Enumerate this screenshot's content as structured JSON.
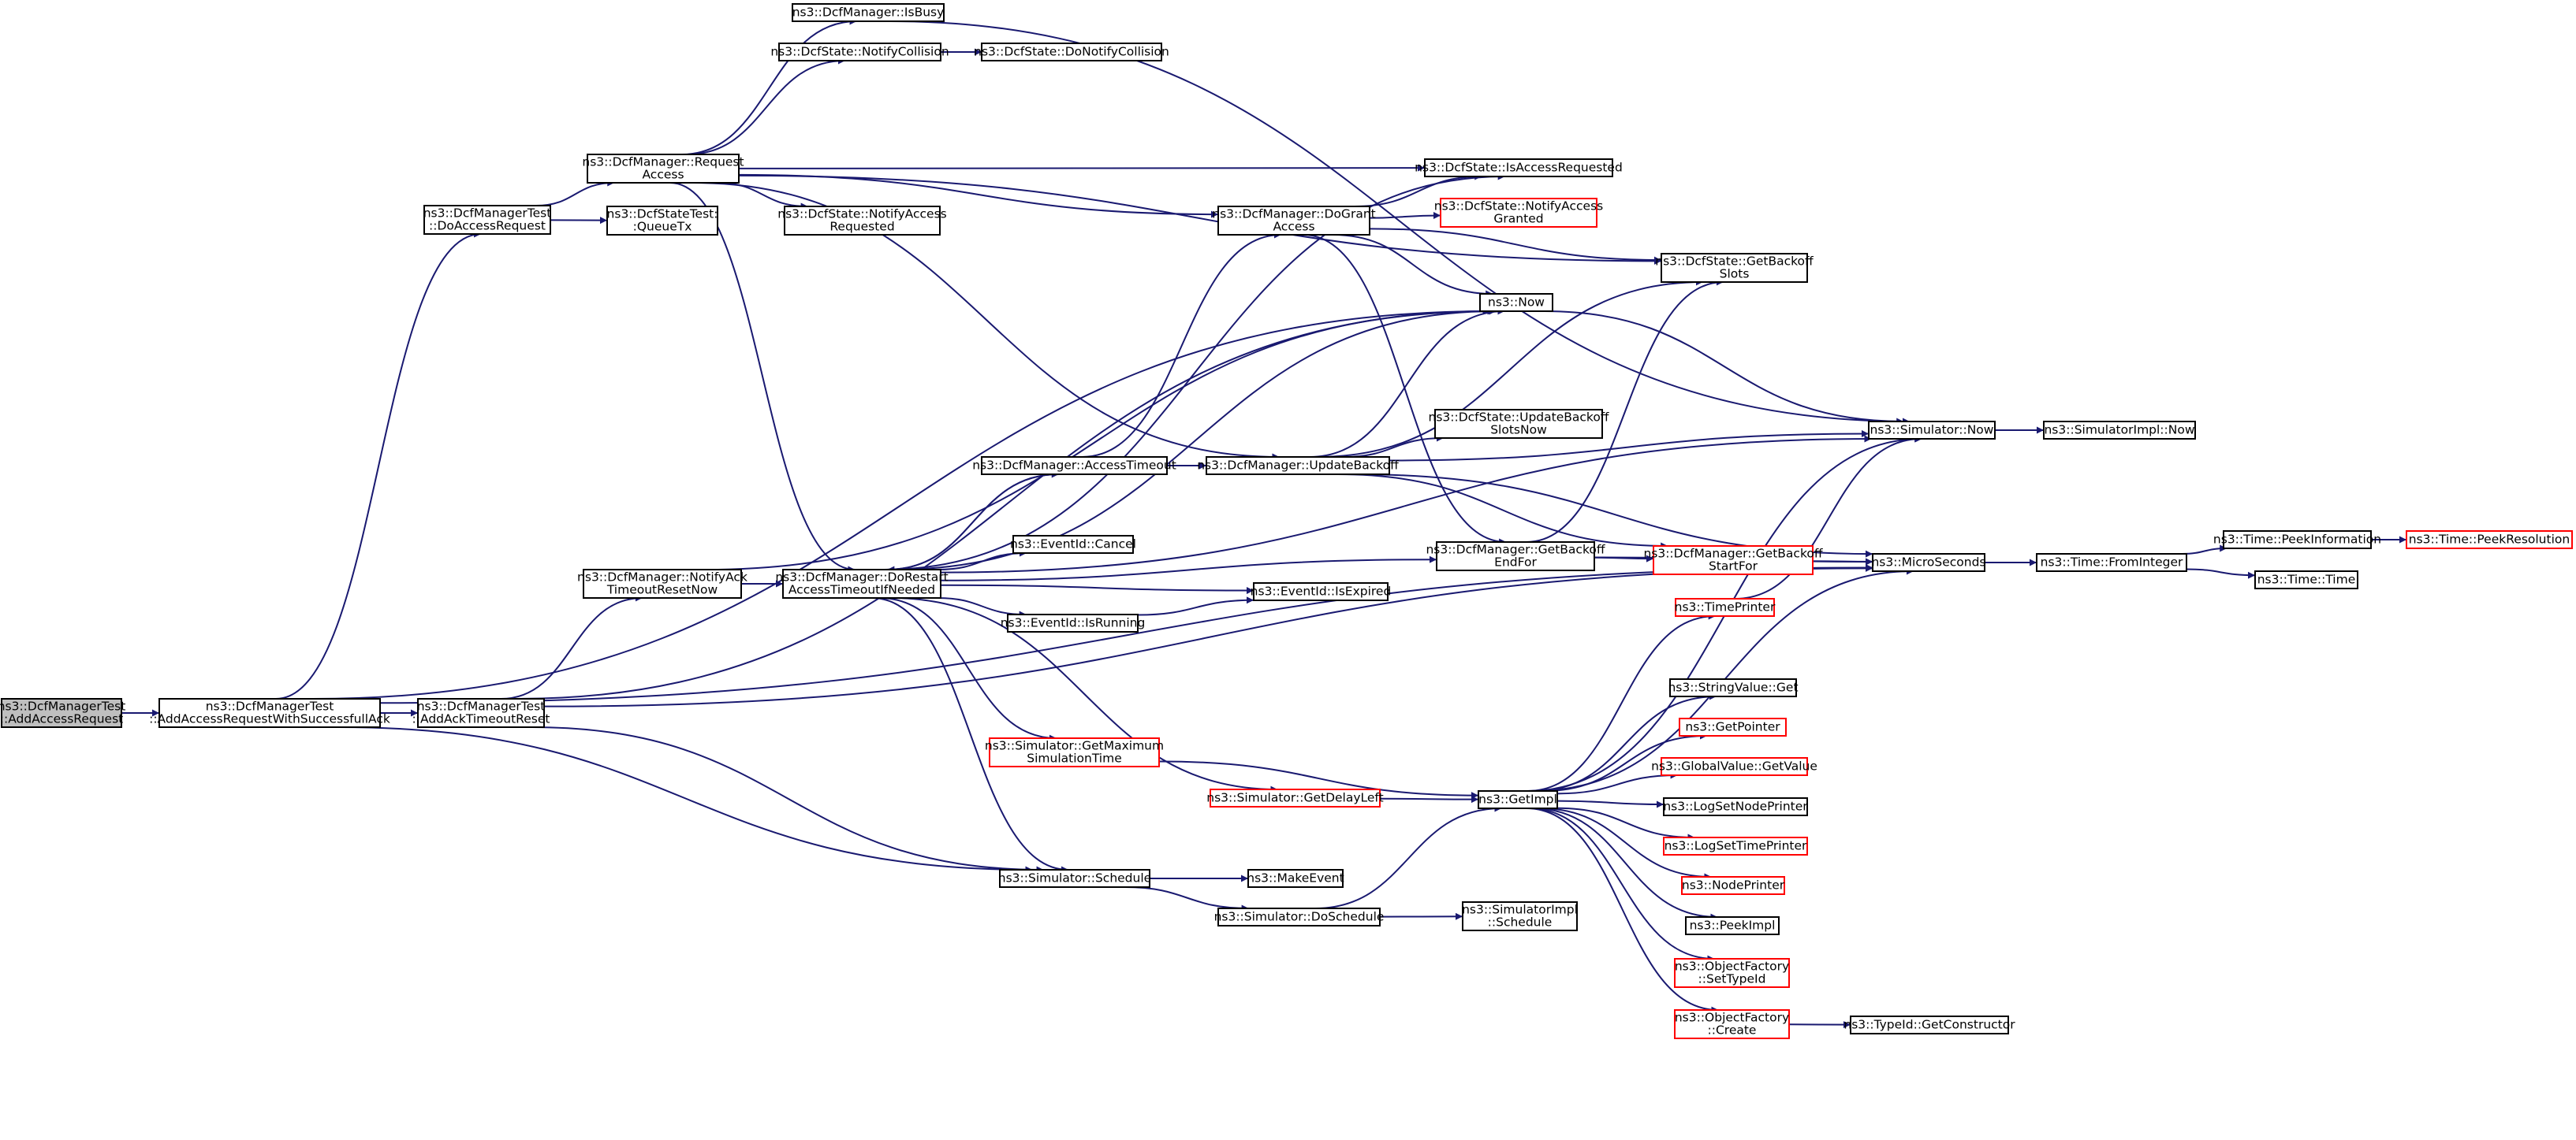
{
  "colors": {
    "edge": "#191970",
    "root_fill": "#bfbfbf",
    "root_stroke": "#000000",
    "node_fill": "#ffffff",
    "node_stroke": "#000000",
    "truncated_stroke": "#ff0000"
  },
  "nodes": [
    {
      "id": "root",
      "lines": [
        "ns3::DcfManagerTest",
        "::AddAccessRequest"
      ],
      "style": "root"
    },
    {
      "id": "addAccReqSucc",
      "lines": [
        "ns3::DcfManagerTest",
        "::AddAccessRequestWithSuccessfullAck"
      ],
      "style": "normal"
    },
    {
      "id": "addAckTimeoutReset",
      "lines": [
        "ns3::DcfManagerTest",
        "::AddAckTimeoutReset"
      ],
      "style": "normal"
    },
    {
      "id": "doAccessRequest",
      "lines": [
        "ns3::DcfManagerTest",
        "::DoAccessRequest"
      ],
      "style": "normal"
    },
    {
      "id": "requestAccess",
      "lines": [
        "ns3::DcfManager::Request",
        "Access"
      ],
      "style": "normal"
    },
    {
      "id": "queueTx",
      "lines": [
        "ns3::DcfStateTest:",
        ":QueueTx"
      ],
      "style": "normal"
    },
    {
      "id": "isBusy",
      "lines": [
        "ns3::DcfManager::IsBusy"
      ],
      "style": "normal"
    },
    {
      "id": "notifyCollision",
      "lines": [
        "ns3::DcfState::NotifyCollision"
      ],
      "style": "normal"
    },
    {
      "id": "doNotifyCollision",
      "lines": [
        "ns3::DcfState::DoNotifyCollision"
      ],
      "style": "normal"
    },
    {
      "id": "notifyAccessRequested",
      "lines": [
        "ns3::DcfState::NotifyAccess",
        "Requested"
      ],
      "style": "normal"
    },
    {
      "id": "doGrantAccess",
      "lines": [
        "ns3::DcfManager::DoGrant",
        "Access"
      ],
      "style": "normal"
    },
    {
      "id": "isAccessRequested",
      "lines": [
        "ns3::DcfState::IsAccessRequested"
      ],
      "style": "normal"
    },
    {
      "id": "notifyAccessGranted",
      "lines": [
        "ns3::DcfState::NotifyAccess",
        "Granted"
      ],
      "style": "truncated"
    },
    {
      "id": "getBackoffSlots",
      "lines": [
        "ns3::DcfState::GetBackoff",
        "Slots"
      ],
      "style": "normal"
    },
    {
      "id": "ns3Now",
      "lines": [
        "ns3::Now"
      ],
      "style": "normal"
    },
    {
      "id": "updateBackoffSlotsNow",
      "lines": [
        "ns3::DcfState::UpdateBackoff",
        "SlotsNow"
      ],
      "style": "normal"
    },
    {
      "id": "simulatorNow",
      "lines": [
        "ns3::Simulator::Now"
      ],
      "style": "normal"
    },
    {
      "id": "simImplNow",
      "lines": [
        "ns3::SimulatorImpl::Now"
      ],
      "style": "normal"
    },
    {
      "id": "accessTimeout",
      "lines": [
        "ns3::DcfManager::AccessTimeout"
      ],
      "style": "normal"
    },
    {
      "id": "updateBackoff",
      "lines": [
        "ns3::DcfManager::UpdateBackoff"
      ],
      "style": "normal"
    },
    {
      "id": "notifyAckTimeoutResetNow",
      "lines": [
        "ns3::DcfManager::NotifyAck",
        "TimeoutResetNow"
      ],
      "style": "normal"
    },
    {
      "id": "doRestartAccessTimeout",
      "lines": [
        "ns3::DcfManager::DoRestart",
        "AccessTimeoutIfNeeded"
      ],
      "style": "normal"
    },
    {
      "id": "eventIdCancel",
      "lines": [
        "ns3::EventId::Cancel"
      ],
      "style": "normal"
    },
    {
      "id": "eventIdIsExpired",
      "lines": [
        "ns3::EventId::IsExpired"
      ],
      "style": "normal"
    },
    {
      "id": "eventIdIsRunning",
      "lines": [
        "ns3::EventId::IsRunning"
      ],
      "style": "normal"
    },
    {
      "id": "getBackoffEndFor",
      "lines": [
        "ns3::DcfManager::GetBackoff",
        "EndFor"
      ],
      "style": "normal"
    },
    {
      "id": "getBackoffStartFor",
      "lines": [
        "ns3::DcfManager::GetBackoff",
        "StartFor"
      ],
      "style": "truncated"
    },
    {
      "id": "microSeconds",
      "lines": [
        "ns3::MicroSeconds"
      ],
      "style": "normal"
    },
    {
      "id": "fromInteger",
      "lines": [
        "ns3::Time::FromInteger"
      ],
      "style": "normal"
    },
    {
      "id": "peekInformation",
      "lines": [
        "ns3::Time::PeekInformation"
      ],
      "style": "normal"
    },
    {
      "id": "peekResolution",
      "lines": [
        "ns3::Time::PeekResolution"
      ],
      "style": "truncated"
    },
    {
      "id": "timeTime",
      "lines": [
        "ns3::Time::Time"
      ],
      "style": "normal"
    },
    {
      "id": "timePrinter",
      "lines": [
        "ns3::TimePrinter"
      ],
      "style": "truncated"
    },
    {
      "id": "stringValueGet",
      "lines": [
        "ns3::StringValue::Get"
      ],
      "style": "normal"
    },
    {
      "id": "getPointer",
      "lines": [
        "ns3::GetPointer"
      ],
      "style": "truncated"
    },
    {
      "id": "globalValueGetValue",
      "lines": [
        "ns3::GlobalValue::GetValue"
      ],
      "style": "truncated"
    },
    {
      "id": "logSetNodePrinter",
      "lines": [
        "ns3::LogSetNodePrinter"
      ],
      "style": "normal"
    },
    {
      "id": "logSetTimePrinter",
      "lines": [
        "ns3::LogSetTimePrinter"
      ],
      "style": "truncated"
    },
    {
      "id": "nodePrinter",
      "lines": [
        "ns3::NodePrinter"
      ],
      "style": "truncated"
    },
    {
      "id": "peekImpl",
      "lines": [
        "ns3::PeekImpl"
      ],
      "style": "normal"
    },
    {
      "id": "objectFactorySetTypeId",
      "lines": [
        "ns3::ObjectFactory",
        "::SetTypeId"
      ],
      "style": "truncated"
    },
    {
      "id": "objectFactoryCreate",
      "lines": [
        "ns3::ObjectFactory",
        "::Create"
      ],
      "style": "truncated"
    },
    {
      "id": "typeIdGetConstructor",
      "lines": [
        "ns3::TypeId::GetConstructor"
      ],
      "style": "normal"
    },
    {
      "id": "getMaxSimTime",
      "lines": [
        "ns3::Simulator::GetMaximum",
        "SimulationTime"
      ],
      "style": "truncated"
    },
    {
      "id": "getDelayLeft",
      "lines": [
        "ns3::Simulator::GetDelayLeft"
      ],
      "style": "truncated"
    },
    {
      "id": "getImpl",
      "lines": [
        "ns3::GetImpl"
      ],
      "style": "normal"
    },
    {
      "id": "simSchedule",
      "lines": [
        "ns3::Simulator::Schedule"
      ],
      "style": "normal"
    },
    {
      "id": "makeEvent",
      "lines": [
        "ns3::MakeEvent"
      ],
      "style": "normal"
    },
    {
      "id": "simDoSchedule",
      "lines": [
        "ns3::Simulator::DoSchedule"
      ],
      "style": "normal"
    },
    {
      "id": "simImplSchedule",
      "lines": [
        "ns3::SimulatorImpl",
        "::Schedule"
      ],
      "style": "normal"
    }
  ],
  "edges": [
    [
      "root",
      "addAccReqSucc"
    ],
    [
      "addAccReqSucc",
      "addAckTimeoutReset"
    ],
    [
      "addAccReqSucc",
      "doAccessRequest"
    ],
    [
      "addAccReqSucc",
      "ns3Now"
    ],
    [
      "addAccReqSucc",
      "simSchedule"
    ],
    [
      "addAccReqSucc",
      "microSeconds"
    ],
    [
      "doAccessRequest",
      "requestAccess"
    ],
    [
      "doAccessRequest",
      "queueTx"
    ],
    [
      "requestAccess",
      "isBusy"
    ],
    [
      "requestAccess",
      "notifyCollision"
    ],
    [
      "requestAccess",
      "notifyAccessRequested"
    ],
    [
      "requestAccess",
      "isAccessRequested"
    ],
    [
      "requestAccess",
      "getBackoffSlots"
    ],
    [
      "requestAccess",
      "doGrantAccess"
    ],
    [
      "requestAccess",
      "updateBackoff"
    ],
    [
      "requestAccess",
      "doRestartAccessTimeout"
    ],
    [
      "isBusy",
      "simulatorNow"
    ],
    [
      "notifyCollision",
      "doNotifyCollision"
    ],
    [
      "doGrantAccess",
      "isAccessRequested"
    ],
    [
      "doGrantAccess",
      "notifyAccessGranted"
    ],
    [
      "doGrantAccess",
      "getBackoffSlots"
    ],
    [
      "doGrantAccess",
      "ns3Now"
    ],
    [
      "doGrantAccess",
      "getBackoffEndFor"
    ],
    [
      "ns3Now",
      "simulatorNow"
    ],
    [
      "simulatorNow",
      "simImplNow"
    ],
    [
      "addAckTimeoutReset",
      "notifyAckTimeoutResetNow"
    ],
    [
      "addAckTimeoutReset",
      "ns3Now"
    ],
    [
      "addAckTimeoutReset",
      "simSchedule"
    ],
    [
      "addAckTimeoutReset",
      "microSeconds"
    ],
    [
      "notifyAckTimeoutResetNow",
      "ns3Now"
    ],
    [
      "notifyAckTimeoutResetNow",
      "doRestartAccessTimeout"
    ],
    [
      "doRestartAccessTimeout",
      "isAccessRequested"
    ],
    [
      "doRestartAccessTimeout",
      "accessTimeout"
    ],
    [
      "doRestartAccessTimeout",
      "ns3Now"
    ],
    [
      "doRestartAccessTimeout",
      "eventIdCancel"
    ],
    [
      "doRestartAccessTimeout",
      "eventIdIsExpired"
    ],
    [
      "doRestartAccessTimeout",
      "eventIdIsRunning"
    ],
    [
      "doRestartAccessTimeout",
      "simulatorNow"
    ],
    [
      "doRestartAccessTimeout",
      "getBackoffEndFor"
    ],
    [
      "doRestartAccessTimeout",
      "getMaxSimTime"
    ],
    [
      "doRestartAccessTimeout",
      "getDelayLeft"
    ],
    [
      "doRestartAccessTimeout",
      "simSchedule"
    ],
    [
      "accessTimeout",
      "doGrantAccess"
    ],
    [
      "accessTimeout",
      "updateBackoff"
    ],
    [
      "accessTimeout",
      "doRestartAccessTimeout"
    ],
    [
      "updateBackoff",
      "ns3Now"
    ],
    [
      "updateBackoff",
      "getBackoffSlots"
    ],
    [
      "updateBackoff",
      "updateBackoffSlotsNow"
    ],
    [
      "updateBackoff",
      "simulatorNow"
    ],
    [
      "updateBackoff",
      "microSeconds"
    ],
    [
      "updateBackoff",
      "getBackoffStartFor"
    ],
    [
      "eventIdIsRunning",
      "eventIdIsExpired"
    ],
    [
      "getBackoffEndFor",
      "getBackoffSlots"
    ],
    [
      "getBackoffEndFor",
      "getBackoffStartFor"
    ],
    [
      "getBackoffEndFor",
      "microSeconds"
    ],
    [
      "getBackoffStartFor",
      "microSeconds"
    ],
    [
      "microSeconds",
      "fromInteger"
    ],
    [
      "fromInteger",
      "peekInformation"
    ],
    [
      "fromInteger",
      "timeTime"
    ],
    [
      "peekInformation",
      "peekResolution"
    ],
    [
      "getMaxSimTime",
      "getImpl"
    ],
    [
      "getDelayLeft",
      "getImpl"
    ],
    [
      "getImpl",
      "timePrinter"
    ],
    [
      "getImpl",
      "stringValueGet"
    ],
    [
      "getImpl",
      "getPointer"
    ],
    [
      "getImpl",
      "globalValueGetValue"
    ],
    [
      "getImpl",
      "logSetNodePrinter"
    ],
    [
      "getImpl",
      "logSetTimePrinter"
    ],
    [
      "getImpl",
      "nodePrinter"
    ],
    [
      "getImpl",
      "peekImpl"
    ],
    [
      "getImpl",
      "objectFactorySetTypeId"
    ],
    [
      "getImpl",
      "objectFactoryCreate"
    ],
    [
      "getImpl",
      "simulatorNow"
    ],
    [
      "getImpl",
      "microSeconds"
    ],
    [
      "timePrinter",
      "simulatorNow"
    ],
    [
      "objectFactoryCreate",
      "typeIdGetConstructor"
    ],
    [
      "simSchedule",
      "makeEvent"
    ],
    [
      "simSchedule",
      "simDoSchedule"
    ],
    [
      "simDoSchedule",
      "getImpl"
    ],
    [
      "simDoSchedule",
      "simImplSchedule"
    ]
  ]
}
